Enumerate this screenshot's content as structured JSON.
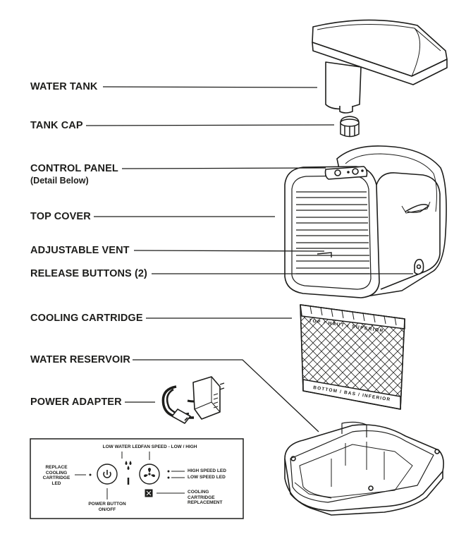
{
  "labels": {
    "water_tank": "WATER TANK",
    "tank_cap": "TANK CAP",
    "control_panel": "CONTROL PANEL",
    "control_panel_note": "(Detail Below)",
    "top_cover": "TOP COVER",
    "adjustable_vent": "ADJUSTABLE VENT",
    "release_buttons": "RELEASE BUTTONS (2)",
    "cooling_cartridge": "COOLING CARTRIDGE",
    "water_reservoir": "WATER RESERVOIR",
    "power_adapter": "POWER ADAPTER"
  },
  "cartridge_text": {
    "top": "TOP / HAUT / SUPERIOR",
    "bottom": "BOTTOM / BAS / INFERIOR"
  },
  "control_detail": {
    "low_water_led": "LOW WATER LED",
    "fan_speed": "FAN SPEED - LOW / HIGH",
    "replace_cartridge_led_1": "REPLACE",
    "replace_cartridge_led_2": "COOLING",
    "replace_cartridge_led_3": "CARTRIDGE",
    "replace_cartridge_led_4": "LED",
    "high_speed_led": "HIGH SPEED LED",
    "low_speed_led": "LOW SPEED LED",
    "power_button_1": "POWER BUTTON",
    "power_button_2": "ON/OFF",
    "cartridge_replacement_1": "COOLING",
    "cartridge_replacement_2": "CARTRIDGE",
    "cartridge_replacement_3": "REPLACEMENT"
  },
  "icons": [
    "power-icon",
    "water-drop-icon",
    "fan-icon",
    "cartridge-icon"
  ],
  "colors": {
    "ink": "#1d1d1b",
    "paper": "#ffffff"
  }
}
